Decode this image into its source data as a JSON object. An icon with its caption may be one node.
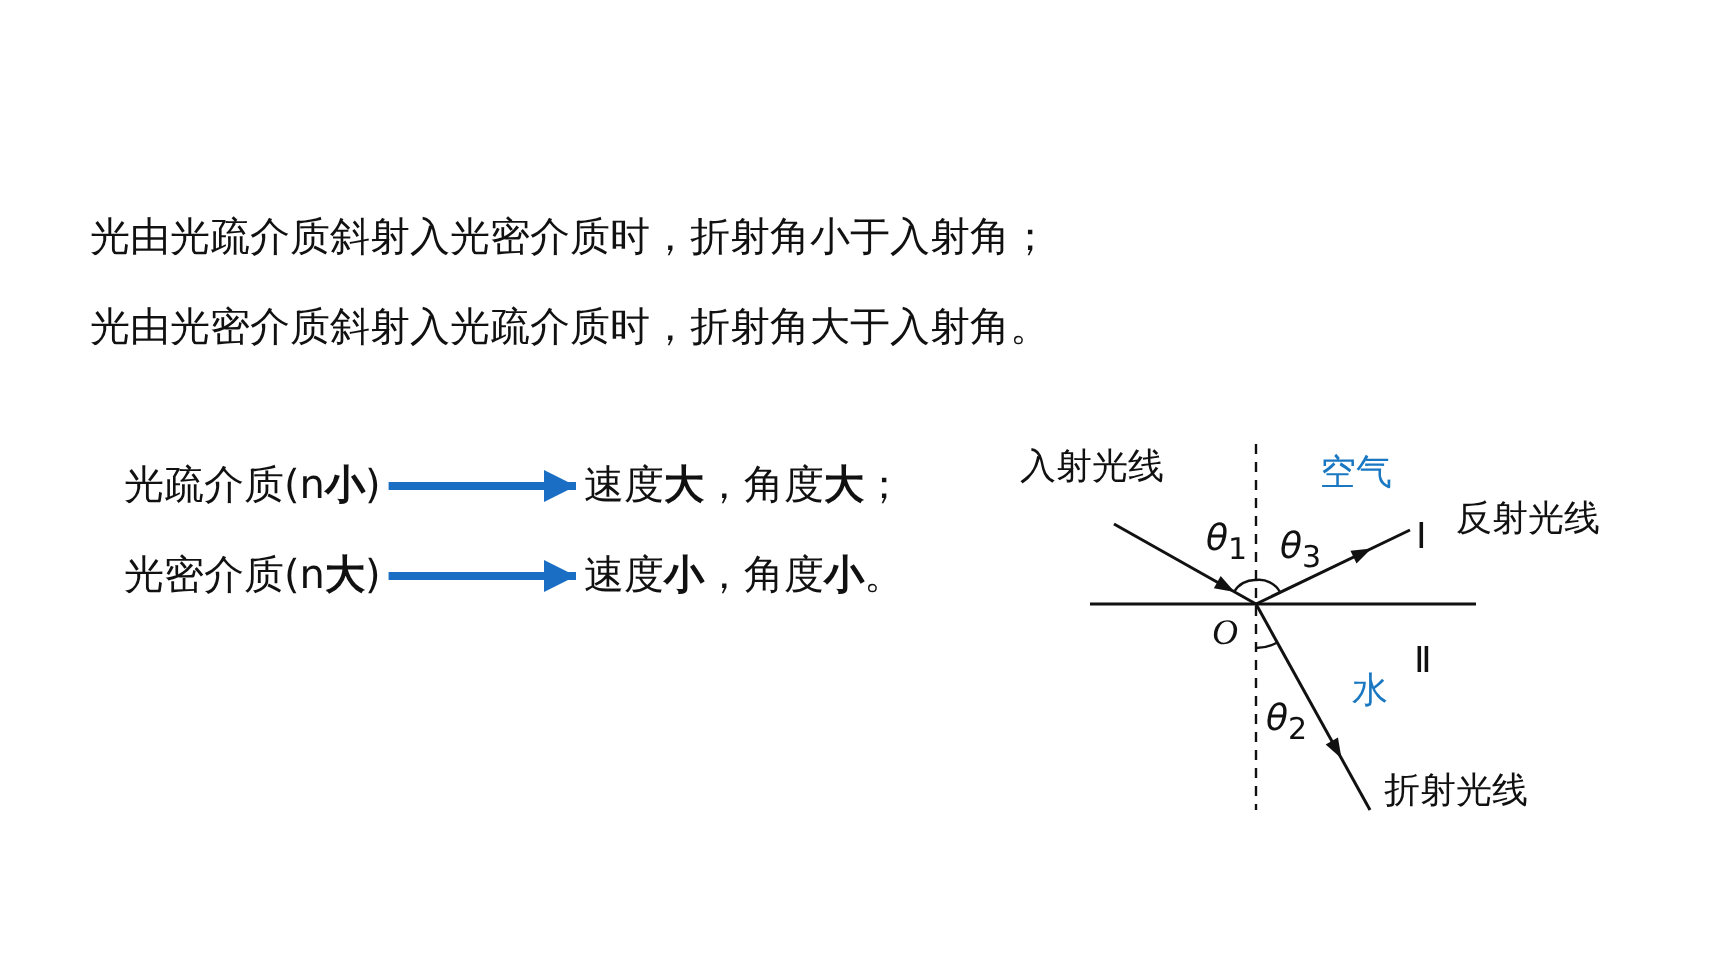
{
  "diagram": {
    "nodes": [
      {
        "text": [
          "光疏介质(n**小**)"
        ]
      },
      {
        "text": [
          "速度**大**，角度**大**；"
        ]
      },
      {
        "text": [
          "光密介质(n**大**)"
        ]
      },
      {
        "text": [
          "速度**小**，角度**小**。"
        ]
      }
    ],
    "edges": [
      {
        "from": 0,
        "to": 1,
        "arrow": "to"
      },
      {
        "from": 2,
        "to": 3,
        "arrow": "to"
      }
    ],
    "labels": [
      "光由光疏介质斜射入光密介质时，折射角小于入射角；",
      "光由光密介质斜射入光疏介质时，折射角大于入射角。",
      "入射光线",
      "空气",
      "*θ*$_{1}$",
      "*θ*$_{3}$",
      "Ⅰ",
      "反射光线",
      "O",
      "水",
      "Ⅱ",
      "*θ*$_{2}$",
      "折射光线"
    ]
  }
}
